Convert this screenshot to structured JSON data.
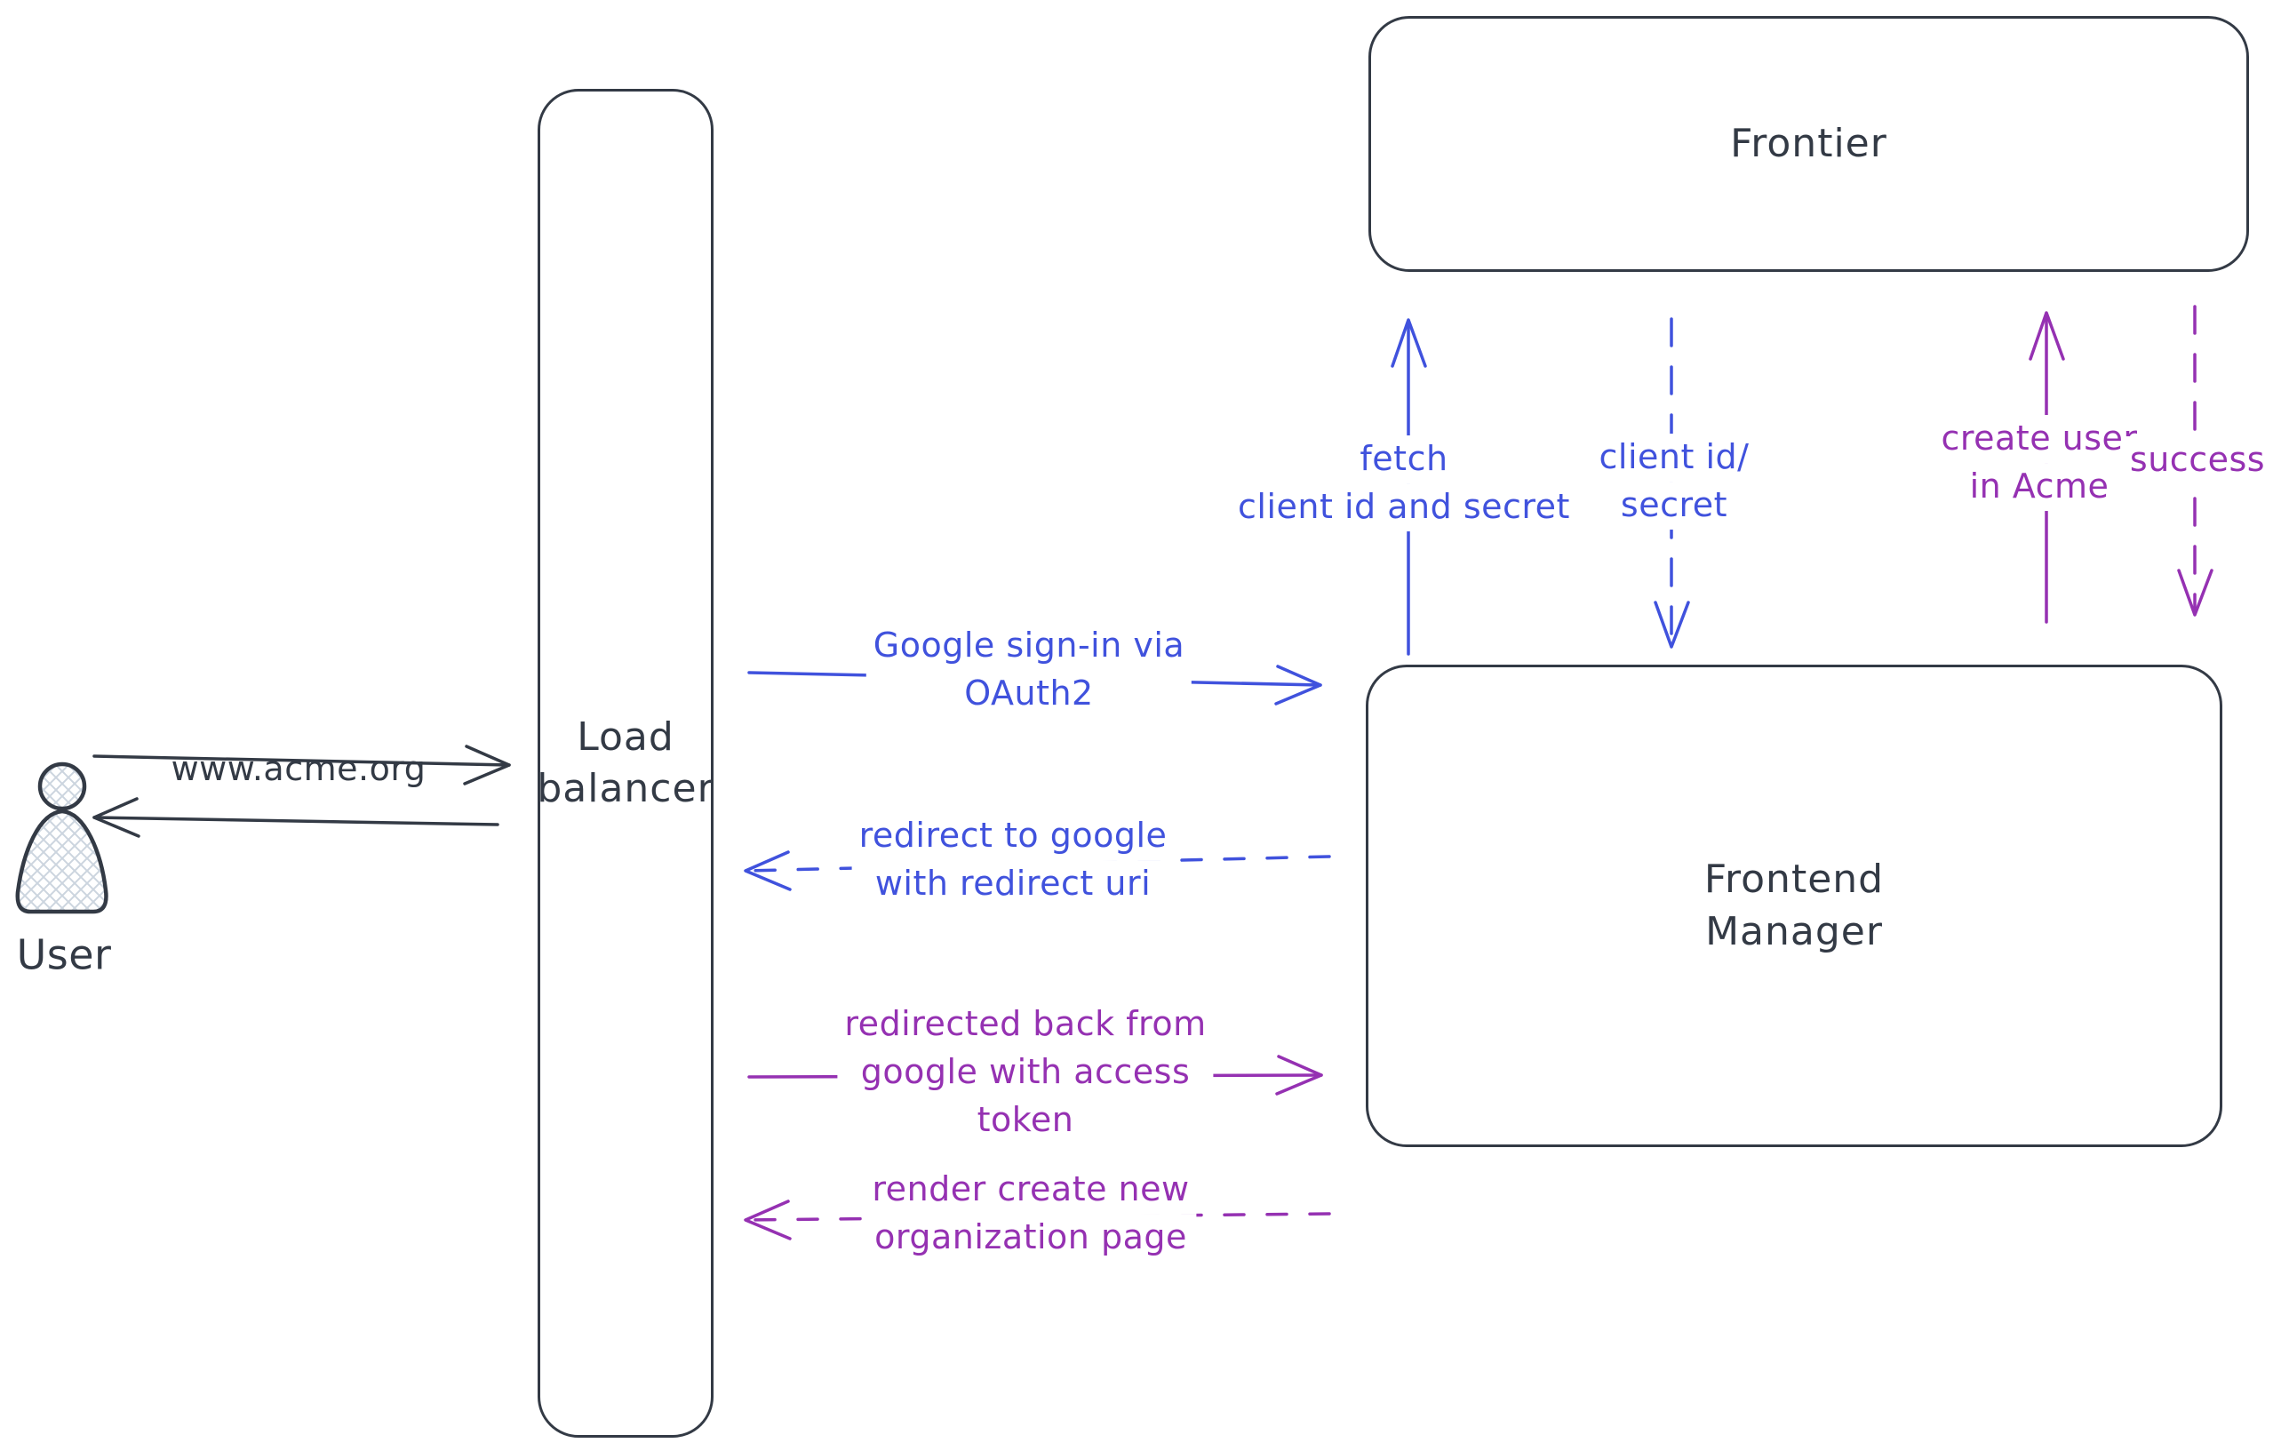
{
  "diagram": {
    "type": "sequence-flow-diagram",
    "colors": {
      "ink": "#333a45",
      "blue": "#4052dd",
      "purple": "#9531b2",
      "background": "#ffffff",
      "user_hatch": "#ccd5df"
    },
    "nodes": {
      "user": {
        "label": "User"
      },
      "load_balancer": {
        "lines": [
          "Load",
          "balancer"
        ]
      },
      "frontier": {
        "label": "Frontier"
      },
      "frontend_manager": {
        "lines": [
          "Frontend",
          "Manager"
        ]
      }
    },
    "edges": {
      "www_acme": {
        "lines": [
          "www.acme.org"
        ],
        "from": "user",
        "to": "load_balancer",
        "line_style": "solid",
        "color": "ink"
      },
      "lb_to_user": {
        "lines": [],
        "from": "load_balancer",
        "to": "user",
        "line_style": "solid",
        "color": "ink"
      },
      "google_signin": {
        "lines": [
          "Google sign-in via",
          "OAuth2"
        ],
        "from": "load_balancer",
        "to": "frontend_manager",
        "line_style": "solid",
        "color": "blue"
      },
      "redirect_google": {
        "lines": [
          "redirect to google",
          "with redirect uri"
        ],
        "from": "frontend_manager",
        "to": "load_balancer",
        "line_style": "dashed",
        "color": "blue"
      },
      "fetch_client": {
        "lines": [
          "fetch",
          "client id and secret"
        ],
        "from": "frontend_manager",
        "to": "frontier",
        "line_style": "solid",
        "color": "blue"
      },
      "client_id_secret": {
        "lines": [
          "client id/",
          "secret"
        ],
        "from": "frontier",
        "to": "frontend_manager",
        "line_style": "dashed",
        "color": "blue"
      },
      "create_user": {
        "lines": [
          "create user",
          "in Acme"
        ],
        "from": "frontend_manager",
        "to": "frontier",
        "line_style": "solid",
        "color": "purple"
      },
      "success": {
        "lines": [
          "success"
        ],
        "from": "frontier",
        "to": "frontend_manager",
        "line_style": "dashed",
        "color": "purple"
      },
      "redirected_back": {
        "lines": [
          "redirected back from",
          "google with access",
          "token"
        ],
        "from": "load_balancer",
        "to": "frontend_manager",
        "line_style": "solid",
        "color": "purple"
      },
      "render_new_org": {
        "lines": [
          "render create new",
          "organization page"
        ],
        "from": "frontend_manager",
        "to": "load_balancer",
        "line_style": "dashed",
        "color": "purple"
      }
    }
  }
}
